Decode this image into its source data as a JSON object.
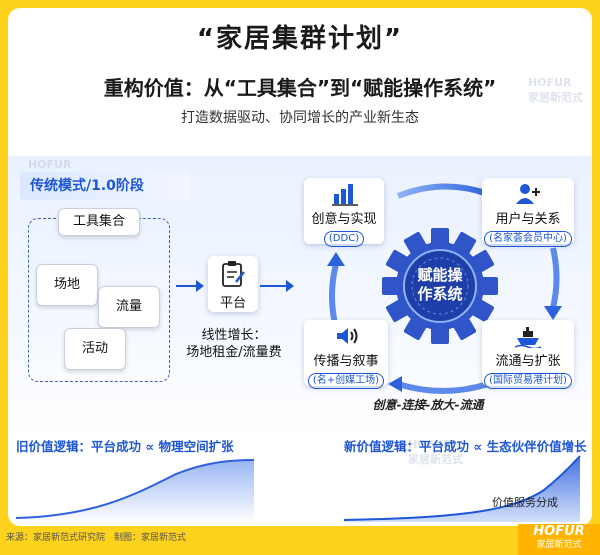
{
  "header": {
    "title": "“家居集群计划”",
    "subtitle": "重构价值：从“工具集合”到“赋能操作系统”",
    "tagline": "打造数据驱动、协同增长的产业新生态"
  },
  "watermark": {
    "brand": "HOFUR",
    "brand_cn": "家居新范式"
  },
  "legacy": {
    "title": "传统模式/1.0阶段",
    "tool_set_label": "工具集合",
    "items": [
      "场地",
      "流量",
      "活动"
    ],
    "platform_label": "平台",
    "growth_line1": "线性增长：",
    "growth_line2": "场地租金/流量费"
  },
  "cycle": {
    "center_line1": "赋能操",
    "center_line2": "作系统",
    "nodes": [
      {
        "label": "创意与实现",
        "sub": "(DDC)",
        "icon": "chart-bars-icon"
      },
      {
        "label": "用户与关系",
        "sub": "(名家荟会员中心)",
        "icon": "user-plus-icon"
      },
      {
        "label": "流通与扩张",
        "sub": "(国际贸易港计划)",
        "icon": "ship-icon"
      },
      {
        "label": "传播与叙事",
        "sub": "(名+创媒工场)",
        "icon": "speaker-icon"
      }
    ],
    "caption": "创意-连接-放大-流通"
  },
  "bottom": {
    "old_logic": "旧价值逻辑：平台成功 ∝ 物理空间扩张",
    "new_logic": "新价值逻辑：平台成功 ∝ 生态伙伴价值增长",
    "new_label": "价值服务分成"
  },
  "footer": {
    "source": "来源：家居新范式研究院　制图：家居新范式"
  },
  "logo": {
    "en": "HOFUR",
    "cn": "家居新范式"
  },
  "colors": {
    "accent": "#1D56D6",
    "frame": "#FFD21E",
    "gear": "#2F55C8"
  }
}
